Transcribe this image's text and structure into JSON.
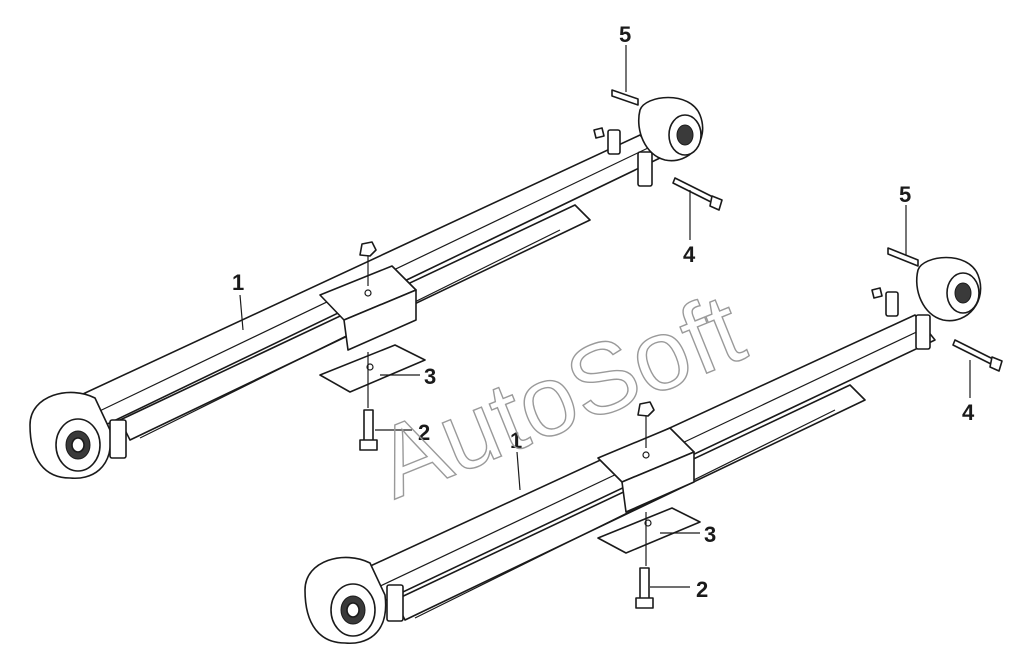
{
  "callouts": {
    "left_spring": "1",
    "left_bolt": "2",
    "left_plate": "3",
    "left_shackle_bolt": "4",
    "left_pin": "5",
    "right_spring": "1",
    "right_bolt": "2",
    "right_plate": "3",
    "right_shackle_bolt": "4",
    "right_pin": "5"
  },
  "watermark": "AutoSoft",
  "colors": {
    "line": "#1a1a1a",
    "watermark": "#9a9a9a",
    "background": "#ffffff"
  }
}
